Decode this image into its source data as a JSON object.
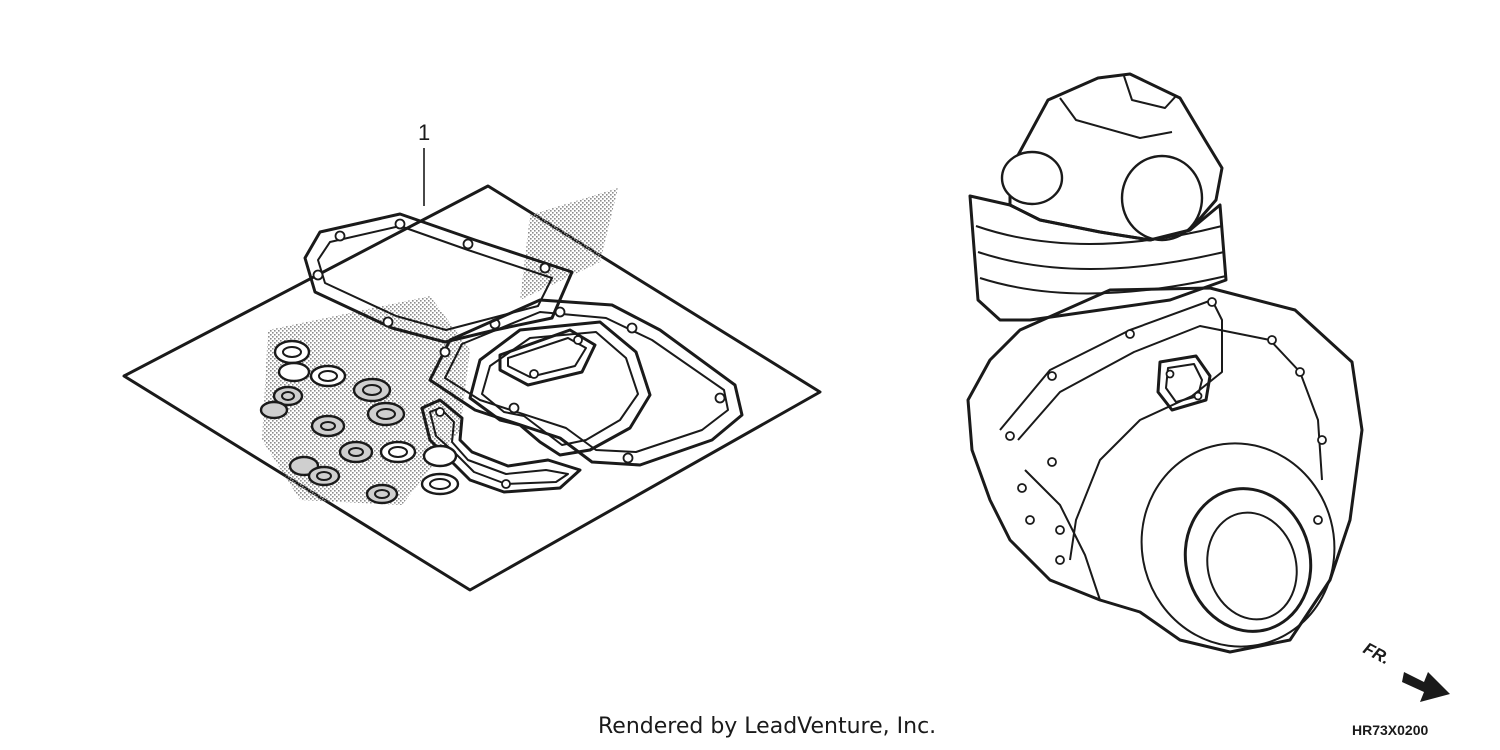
{
  "diagram": {
    "callout_number": "1",
    "front_indicator": "FR.",
    "credit": "Rendered by LeadVenture, Inc.",
    "diagram_code": "HR73X0200"
  },
  "colors": {
    "line": "#1a1a1a",
    "background": "#ffffff",
    "stipple": "#8c8c8c"
  },
  "icons": {
    "front_arrow": "arrow-right-down-icon"
  }
}
